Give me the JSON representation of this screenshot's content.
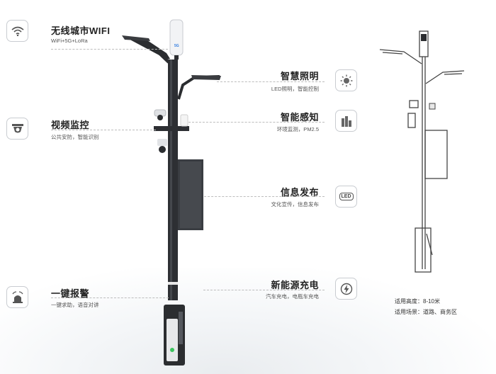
{
  "features": {
    "wifi": {
      "title": "无线城市WIFI",
      "subtitle": "WiFi+5G+LoRa",
      "icon": "wifi-icon"
    },
    "lighting": {
      "title": "智慧照明",
      "subtitle": "LED照明，智能控制",
      "icon": "sun-icon"
    },
    "video": {
      "title": "视频监控",
      "subtitle": "公共安防，智能识别",
      "icon": "cctv-camera-icon"
    },
    "sensing": {
      "title": "智能感知",
      "subtitle": "环境监测，PM2.5",
      "icon": "city-sensor-icon"
    },
    "info": {
      "title": "信息发布",
      "subtitle": "文化宣传，信息发布",
      "icon": "led-display-icon",
      "badge": "LED"
    },
    "alarm": {
      "title": "一键报警",
      "subtitle": "一键求助，语音对讲",
      "icon": "alarm-siren-icon"
    },
    "charging": {
      "title": "新能源充电",
      "subtitle": "汽车充电，电瓶车充电",
      "icon": "charging-bolt-icon"
    }
  },
  "pole_label": "5G",
  "specs": {
    "height": "适用高度：8-10米",
    "scene": "适用场景：道路、商务区"
  }
}
